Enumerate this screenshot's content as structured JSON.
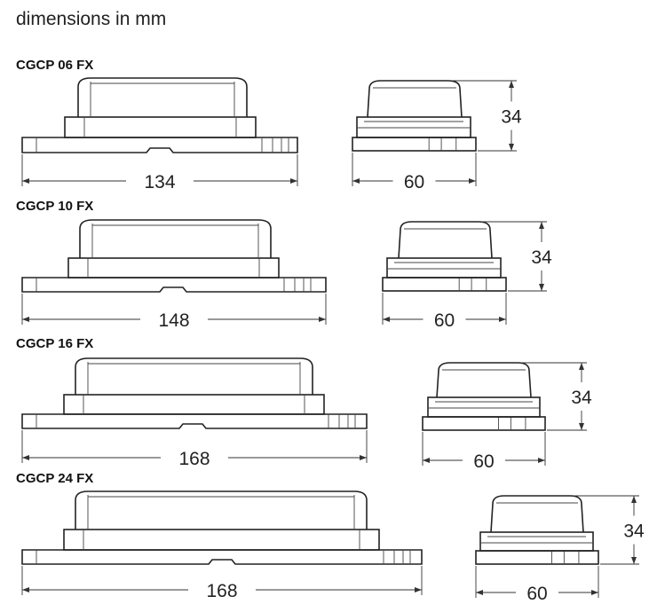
{
  "heading": "dimensions in mm",
  "models": [
    {
      "label": "CGCP 06 FX",
      "width": "134",
      "depth": "60",
      "height": "34"
    },
    {
      "label": "CGCP 10 FX",
      "width": "148",
      "depth": "60",
      "height": "34"
    },
    {
      "label": "CGCP 16 FX",
      "width": "168",
      "depth": "60",
      "height": "34"
    },
    {
      "label": "CGCP 24 FX",
      "width": "168",
      "depth": "60",
      "height": "34"
    }
  ]
}
